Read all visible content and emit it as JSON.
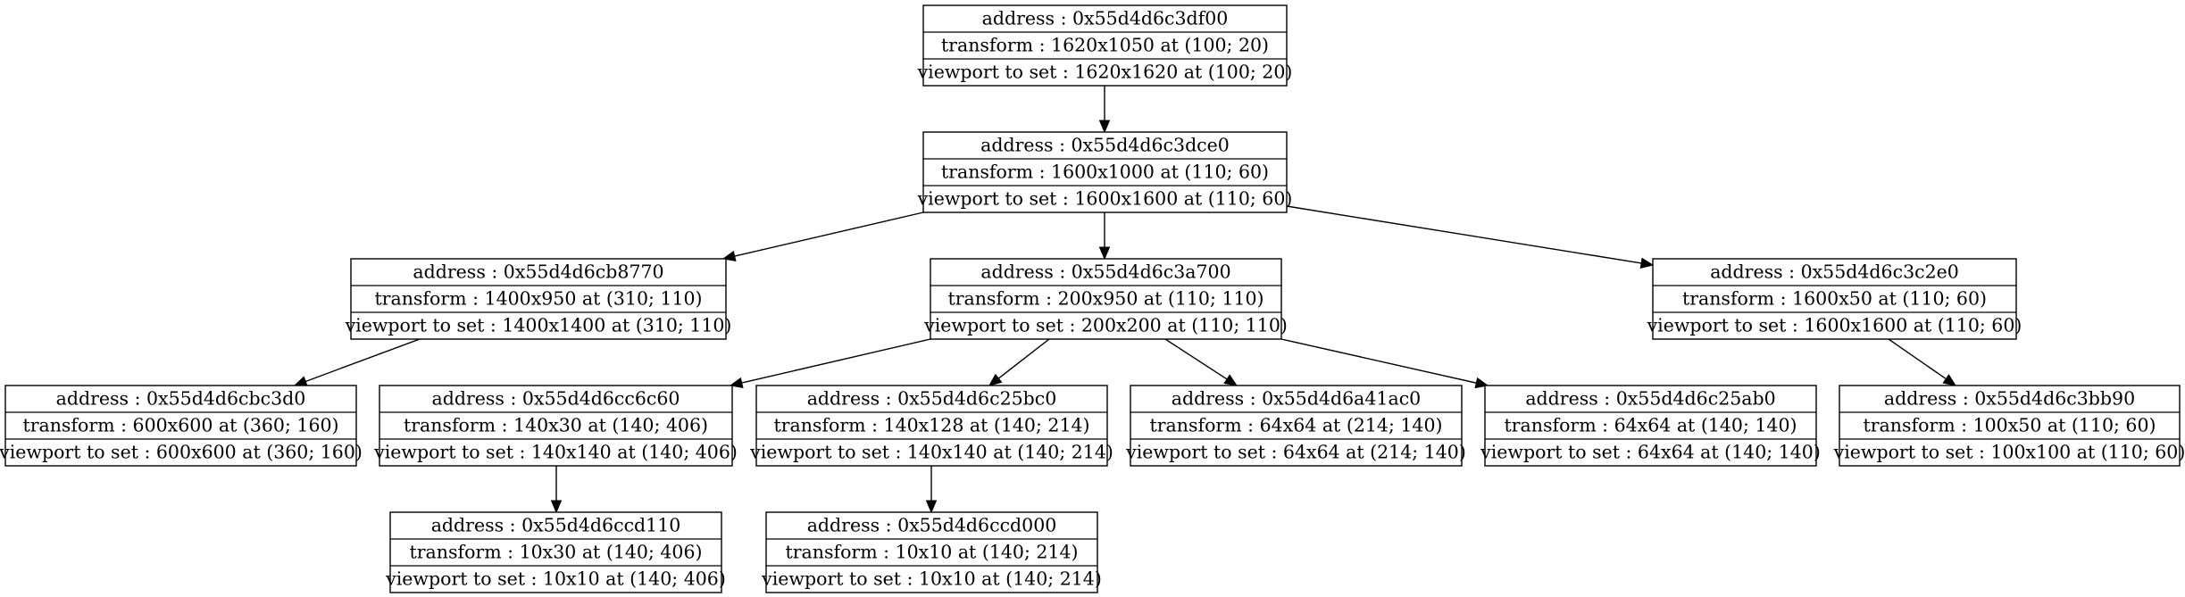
{
  "diagram": {
    "nodes": [
      {
        "id": "n3df00",
        "address": "address : 0x55d4d6c3df00",
        "transform": "transform : 1620x1050 at (100; 20)",
        "viewport": "viewport to set : 1620x1620 at (100; 20)"
      },
      {
        "id": "n3dce0",
        "address": "address : 0x55d4d6c3dce0",
        "transform": "transform : 1600x1000 at (110; 60)",
        "viewport": "viewport to set : 1600x1600 at (110; 60)"
      },
      {
        "id": "ncb8770",
        "address": "address : 0x55d4d6cb8770",
        "transform": "transform : 1400x950 at (310; 110)",
        "viewport": "viewport to set : 1400x1400 at (310; 110)"
      },
      {
        "id": "n3a700",
        "address": "address : 0x55d4d6c3a700",
        "transform": "transform : 200x950 at (110; 110)",
        "viewport": "viewport to set : 200x200 at (110; 110)"
      },
      {
        "id": "n3c2e0",
        "address": "address : 0x55d4d6c3c2e0",
        "transform": "transform : 1600x50 at (110; 60)",
        "viewport": "viewport to set : 1600x1600 at (110; 60)"
      },
      {
        "id": "ncbc3d0",
        "address": "address : 0x55d4d6cbc3d0",
        "transform": "transform : 600x600 at (360; 160)",
        "viewport": "viewport to set : 600x600 at (360; 160)"
      },
      {
        "id": "ncc6c60",
        "address": "address : 0x55d4d6cc6c60",
        "transform": "transform : 140x30 at (140; 406)",
        "viewport": "viewport to set : 140x140 at (140; 406)"
      },
      {
        "id": "n25bc0",
        "address": "address : 0x55d4d6c25bc0",
        "transform": "transform : 140x128 at (140; 214)",
        "viewport": "viewport to set : 140x140 at (140; 214)"
      },
      {
        "id": "na41ac0",
        "address": "address : 0x55d4d6a41ac0",
        "transform": "transform : 64x64 at (214; 140)",
        "viewport": "viewport to set : 64x64 at (214; 140)"
      },
      {
        "id": "n25ab0",
        "address": "address : 0x55d4d6c25ab0",
        "transform": "transform : 64x64 at (140; 140)",
        "viewport": "viewport to set : 64x64 at (140; 140)"
      },
      {
        "id": "n3bb90",
        "address": "address : 0x55d4d6c3bb90",
        "transform": "transform : 100x50 at (110; 60)",
        "viewport": "viewport to set : 100x100 at (110; 60)"
      },
      {
        "id": "nccd110",
        "address": "address : 0x55d4d6ccd110",
        "transform": "transform : 10x30 at (140; 406)",
        "viewport": "viewport to set : 10x10 at (140; 406)"
      },
      {
        "id": "nccd000",
        "address": "address : 0x55d4d6ccd000",
        "transform": "transform : 10x10 at (140; 214)",
        "viewport": "viewport to set : 10x10 at (140; 214)"
      }
    ],
    "edges": [
      {
        "from": "n3df00",
        "to": "n3dce0"
      },
      {
        "from": "n3dce0",
        "to": "ncb8770"
      },
      {
        "from": "n3dce0",
        "to": "n3a700"
      },
      {
        "from": "n3dce0",
        "to": "n3c2e0"
      },
      {
        "from": "ncb8770",
        "to": "ncbc3d0"
      },
      {
        "from": "n3a700",
        "to": "ncc6c60"
      },
      {
        "from": "n3a700",
        "to": "n25bc0"
      },
      {
        "from": "n3a700",
        "to": "na41ac0"
      },
      {
        "from": "n3a700",
        "to": "n25ab0"
      },
      {
        "from": "n3c2e0",
        "to": "n3bb90"
      },
      {
        "from": "ncc6c60",
        "to": "nccd110"
      },
      {
        "from": "n25bc0",
        "to": "nccd000"
      }
    ]
  }
}
